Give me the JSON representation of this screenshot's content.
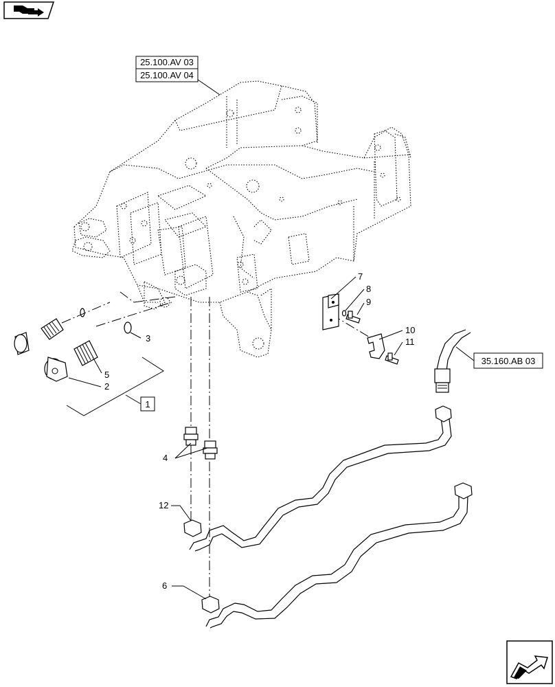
{
  "references": {
    "frame_ref_1": "25.100.AV 03",
    "frame_ref_2": "25.100.AV 04",
    "hose_ref": "35.160.AB 03"
  },
  "callouts": {
    "c1": "1",
    "c2": "2",
    "c3": "3",
    "c4": "4",
    "c5": "5",
    "c6": "6",
    "c7": "7",
    "c8": "8",
    "c9": "9",
    "c10": "10",
    "c11": "11",
    "c12": "12"
  },
  "icons": {
    "top_left": "back-arrow-icon",
    "bottom_right": "next-arrow-icon"
  }
}
